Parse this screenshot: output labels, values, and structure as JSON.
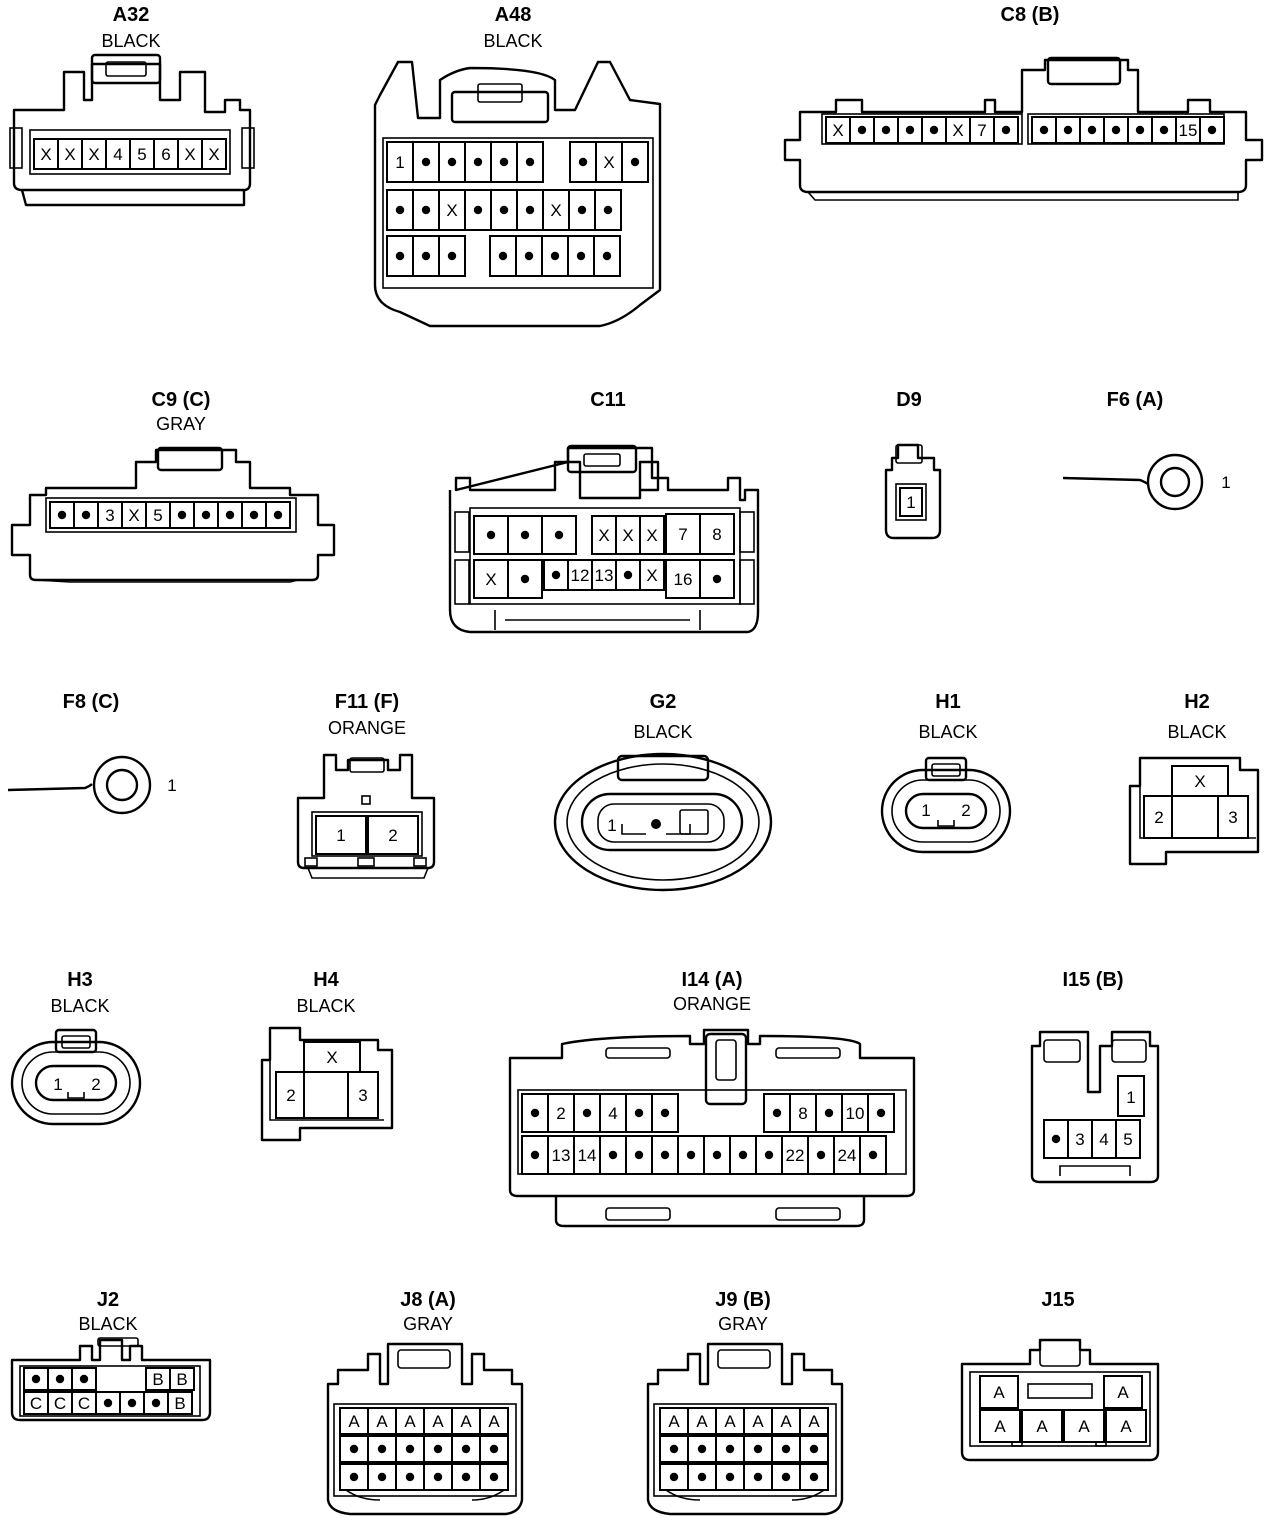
{
  "connectors": [
    {
      "id": "A32",
      "code": "A32",
      "color": "BLACK",
      "rows": [
        [
          "X",
          "X",
          "X",
          "4",
          "5",
          "6",
          "X",
          "X"
        ]
      ]
    },
    {
      "id": "A48",
      "code": "A48",
      "color": "BLACK",
      "rows": [
        [
          "1",
          "•",
          "•",
          "•",
          "•",
          "•",
          "",
          "•",
          "X",
          "•"
        ],
        [
          "•",
          "•",
          "X",
          "•",
          "•",
          "•",
          "X",
          "•",
          "•",
          ""
        ],
        [
          "•",
          "•",
          "•",
          "",
          "•",
          "•",
          "•",
          "•",
          "•",
          ""
        ]
      ]
    },
    {
      "id": "C8",
      "code": "C8 (B)",
      "color": "",
      "rows": [
        [
          "X",
          "•",
          "•",
          "•",
          "•",
          "X",
          "7",
          "•"
        ],
        [
          "•",
          "•",
          "•",
          "•",
          "•",
          "•",
          "15",
          "•"
        ]
      ]
    },
    {
      "id": "C9",
      "code": "C9 (C)",
      "color": "GRAY",
      "rows": [
        [
          "•",
          "•",
          "3",
          "X",
          "5",
          "•",
          "•",
          "•",
          "•",
          "•"
        ]
      ]
    },
    {
      "id": "C11",
      "code": "C11",
      "color": "",
      "rows": [
        [
          "•",
          "•",
          "•",
          "X",
          "X",
          "X",
          "7",
          "8"
        ],
        [
          "X",
          "•",
          "•",
          "12",
          "13",
          "•",
          "X",
          "16",
          "•"
        ]
      ]
    },
    {
      "id": "D9",
      "code": "D9",
      "color": "",
      "rows": [
        [
          "1"
        ]
      ]
    },
    {
      "id": "F6",
      "code": "F6 (A)",
      "color": "",
      "terminal": "1"
    },
    {
      "id": "F8",
      "code": "F8 (C)",
      "color": "",
      "terminal": "1"
    },
    {
      "id": "F11",
      "code": "F11 (F)",
      "color": "ORANGE",
      "rows": [
        [
          "1",
          "2"
        ]
      ]
    },
    {
      "id": "G2",
      "code": "G2",
      "color": "BLACK",
      "rows": [
        [
          "1",
          "•",
          ""
        ]
      ]
    },
    {
      "id": "H1",
      "code": "H1",
      "color": "BLACK",
      "rows": [
        [
          "1",
          "2"
        ]
      ]
    },
    {
      "id": "H2",
      "code": "H2",
      "color": "BLACK",
      "rows": [
        [
          "X"
        ],
        [
          "2",
          "3"
        ]
      ]
    },
    {
      "id": "H3",
      "code": "H3",
      "color": "BLACK",
      "rows": [
        [
          "1",
          "2"
        ]
      ]
    },
    {
      "id": "H4",
      "code": "H4",
      "color": "BLACK",
      "rows": [
        [
          "X"
        ],
        [
          "2",
          "3"
        ]
      ]
    },
    {
      "id": "I14",
      "code": "I14 (A)",
      "color": "ORANGE",
      "rows": [
        [
          "•",
          "2",
          "•",
          "4",
          "•",
          "•",
          "",
          "",
          "",
          "•",
          "8",
          "•",
          "10",
          "•"
        ],
        [
          "•",
          "13",
          "14",
          "•",
          "•",
          "•",
          "•",
          "•",
          "•",
          "•",
          "22",
          "•",
          "24",
          "•"
        ]
      ]
    },
    {
      "id": "I15",
      "code": "I15 (B)",
      "color": "",
      "rows": [
        [
          "1"
        ],
        [
          "•",
          "3",
          "4",
          "5"
        ]
      ]
    },
    {
      "id": "J2",
      "code": "J2",
      "color": "BLACK",
      "rows": [
        [
          "•",
          "•",
          "•",
          "B",
          "B"
        ],
        [
          "C",
          "C",
          "C",
          "•",
          "•",
          "•",
          "B"
        ]
      ]
    },
    {
      "id": "J8",
      "code": "J8 (A)",
      "color": "GRAY",
      "rows": [
        [
          "A",
          "A",
          "A",
          "A",
          "A",
          "A"
        ],
        [
          "•",
          "•",
          "•",
          "•",
          "•",
          "•"
        ],
        [
          "•",
          "•",
          "•",
          "•",
          "•",
          "•"
        ]
      ]
    },
    {
      "id": "J9",
      "code": "J9 (B)",
      "color": "GRAY",
      "rows": [
        [
          "A",
          "A",
          "A",
          "A",
          "A",
          "A"
        ],
        [
          "•",
          "•",
          "•",
          "•",
          "•",
          "•"
        ],
        [
          "•",
          "•",
          "•",
          "•",
          "•",
          "•"
        ]
      ]
    },
    {
      "id": "J15",
      "code": "J15",
      "color": "",
      "rows": [
        [
          "A",
          "A"
        ],
        [
          "A",
          "A",
          "A",
          "A"
        ]
      ]
    }
  ]
}
